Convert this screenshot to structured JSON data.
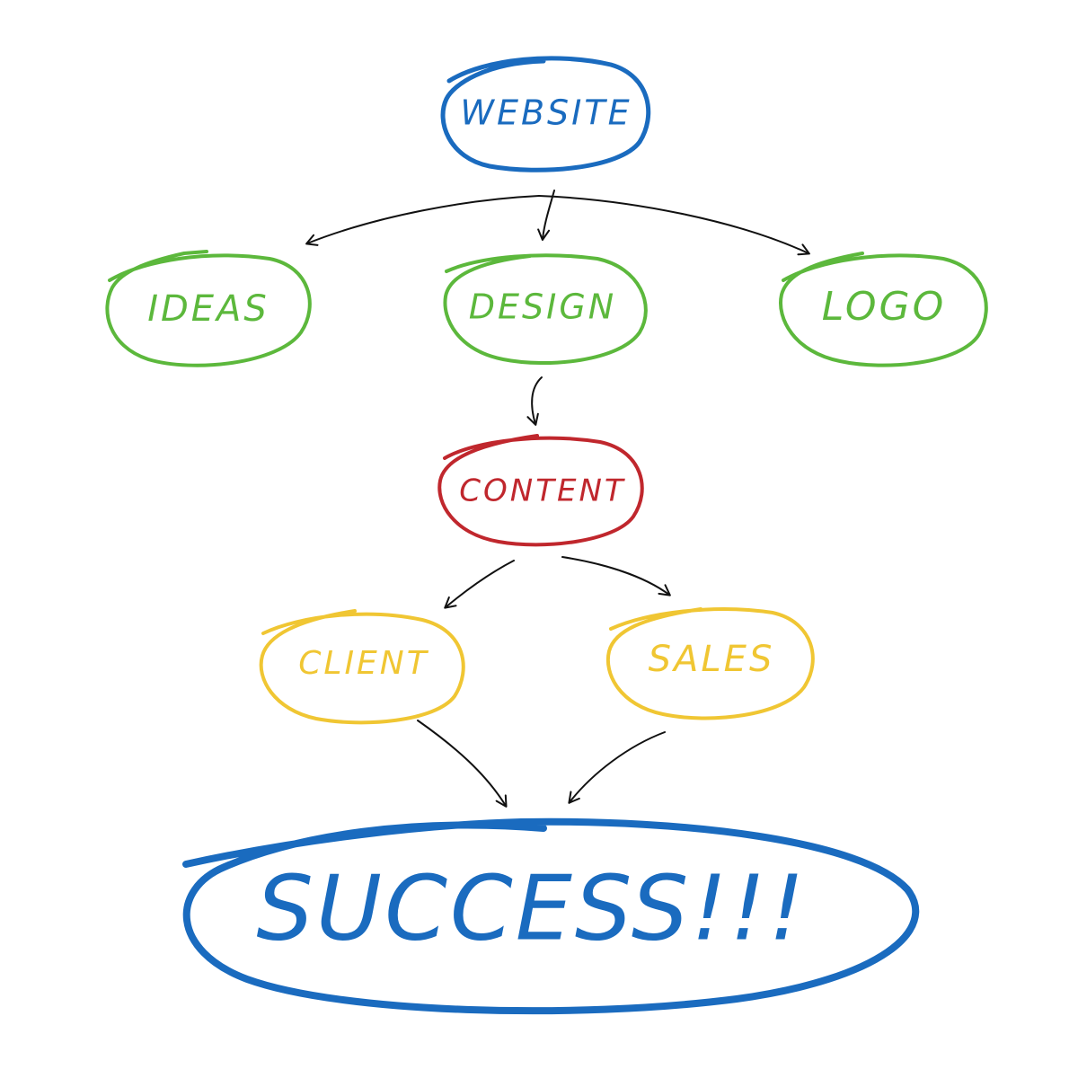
{
  "colors": {
    "blue": "#1a6bbf",
    "green": "#5cb83c",
    "red": "#c0272d",
    "yellow": "#f0c633",
    "arrow": "#111111",
    "background": "#ffffff"
  },
  "nodes": {
    "website": {
      "label": "WEBSITE",
      "color": "blue"
    },
    "ideas": {
      "label": "IDEAS",
      "color": "green"
    },
    "design": {
      "label": "DESIGN",
      "color": "green"
    },
    "logo": {
      "label": "LOGO",
      "color": "green"
    },
    "content": {
      "label": "CONTENT",
      "color": "red"
    },
    "client": {
      "label": "CLIENT",
      "color": "yellow"
    },
    "sales": {
      "label": "SALES",
      "color": "yellow"
    },
    "success": {
      "label": "SUCCESS!!!",
      "color": "blue"
    }
  },
  "edges": [
    {
      "from": "website",
      "to": "ideas"
    },
    {
      "from": "website",
      "to": "design"
    },
    {
      "from": "website",
      "to": "logo"
    },
    {
      "from": "design",
      "to": "content"
    },
    {
      "from": "content",
      "to": "client"
    },
    {
      "from": "content",
      "to": "sales"
    },
    {
      "from": "client",
      "to": "success"
    },
    {
      "from": "sales",
      "to": "success"
    }
  ]
}
